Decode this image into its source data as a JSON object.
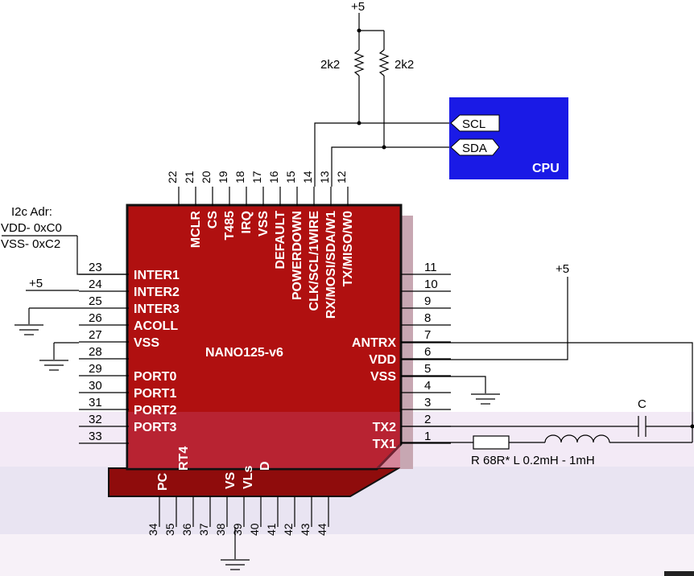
{
  "supply": {
    "top": "+5",
    "right": "+5",
    "left": "+5"
  },
  "resistors": {
    "r1": "2k2",
    "r2": "2k2"
  },
  "cpu": {
    "name": "CPU",
    "scl": "SCL",
    "sda": "SDA"
  },
  "i2c": {
    "title": "I2c Adr:",
    "vdd": "VDD- 0xC0",
    "vss": "VSS- 0xC2"
  },
  "chip": {
    "name": "NANO125-v6"
  },
  "top_pins": [
    {
      "num": "22",
      "name": ""
    },
    {
      "num": "21",
      "name": "MCLR"
    },
    {
      "num": "20",
      "name": "CS"
    },
    {
      "num": "19",
      "name": "T485"
    },
    {
      "num": "18",
      "name": "IRQ"
    },
    {
      "num": "17",
      "name": "VSS"
    },
    {
      "num": "16",
      "name": "DEFAULT"
    },
    {
      "num": "15",
      "name": "POWERDOWN"
    },
    {
      "num": "14",
      "name": "CLK/SCL/1WIRE"
    },
    {
      "num": "13",
      "name": "RX/MOSI/SDA/W1"
    },
    {
      "num": "12",
      "name": "TX/MISO/W0"
    }
  ],
  "left_pins": [
    {
      "num": "23",
      "name": "INTER1"
    },
    {
      "num": "24",
      "name": "INTER2"
    },
    {
      "num": "25",
      "name": "INTER3"
    },
    {
      "num": "26",
      "name": "ACOLL"
    },
    {
      "num": "27",
      "name": "VSS"
    },
    {
      "num": "28",
      "name": ""
    },
    {
      "num": "29",
      "name": "PORT0"
    },
    {
      "num": "30",
      "name": "PORT1"
    },
    {
      "num": "31",
      "name": "PORT2"
    },
    {
      "num": "32",
      "name": "PORT3"
    },
    {
      "num": "33",
      "name": ""
    }
  ],
  "right_pins": [
    {
      "num": "11",
      "name": ""
    },
    {
      "num": "10",
      "name": ""
    },
    {
      "num": "9",
      "name": ""
    },
    {
      "num": "8",
      "name": ""
    },
    {
      "num": "7",
      "name": "ANTRX"
    },
    {
      "num": "6",
      "name": "VDD"
    },
    {
      "num": "5",
      "name": "VSS"
    },
    {
      "num": "4",
      "name": ""
    },
    {
      "num": "3",
      "name": ""
    },
    {
      "num": "2",
      "name": "TX2"
    },
    {
      "num": "1",
      "name": "TX1"
    }
  ],
  "bottom_pins": [
    {
      "num": "34"
    },
    {
      "num": "35"
    },
    {
      "num": "36"
    },
    {
      "num": "37"
    },
    {
      "num": "38"
    },
    {
      "num": "39"
    },
    {
      "num": "40"
    },
    {
      "num": "41"
    },
    {
      "num": "42"
    },
    {
      "num": "43"
    },
    {
      "num": "44"
    }
  ],
  "bottom_labels": {
    "pc": "PC",
    "rt4": "RT4",
    "vs": "VS",
    "vls": "VLs",
    "d": "D"
  },
  "components": {
    "cap": "C",
    "filter": "R 68R* L 0.2mH - 1mH"
  },
  "colors": {
    "chip_fill": "#b01010",
    "chip_dark": "#8f0c0c",
    "cpu_fill": "#1a1ae6",
    "overlay": "#f0e6f4"
  }
}
